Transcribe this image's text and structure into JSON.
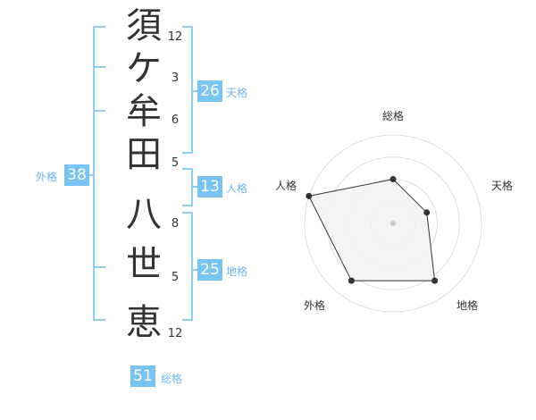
{
  "characters": [
    {
      "char": "須",
      "strokes": "12"
    },
    {
      "char": "ケ",
      "strokes": "3"
    },
    {
      "char": "牟",
      "strokes": "6"
    },
    {
      "char": "田",
      "strokes": "5"
    },
    {
      "char": "八",
      "strokes": "8"
    },
    {
      "char": "世",
      "strokes": "5"
    },
    {
      "char": "恵",
      "strokes": "12"
    }
  ],
  "kaku": {
    "gaikaku": {
      "value": "38",
      "label": "外格"
    },
    "tenkaku": {
      "value": "26",
      "label": "天格"
    },
    "jinkaku": {
      "value": "13",
      "label": "人格"
    },
    "chikaku": {
      "value": "25",
      "label": "地格"
    },
    "soukaku": {
      "value": "51",
      "label": "総格"
    }
  },
  "radar": {
    "axes": [
      "総格",
      "天格",
      "地格",
      "外格",
      "人格"
    ],
    "values": [
      0.5,
      0.4,
      0.8,
      0.8,
      1.0
    ],
    "rings": 4,
    "fill_color": "#f2f2f2",
    "line_color": "#333333",
    "ring_color": "#dddddd"
  },
  "colors": {
    "accent": "#78c3f0",
    "bracket": "#8ecdf4",
    "text": "#333333"
  }
}
